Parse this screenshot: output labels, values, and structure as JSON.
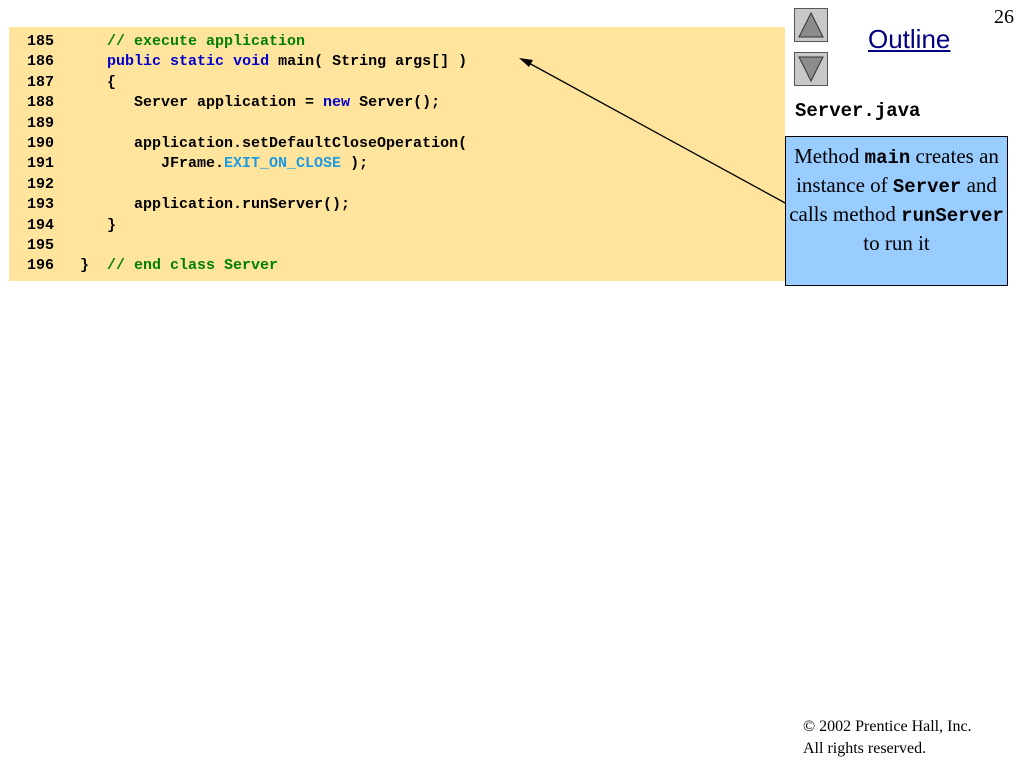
{
  "slide": {
    "number": "26",
    "outline_label": "Outline",
    "file_name": "Server.java"
  },
  "code_lines": [
    {
      "num": "185",
      "indent": "   ",
      "parts": [
        {
          "t": "// execute application",
          "c": "cm"
        }
      ]
    },
    {
      "num": "186",
      "indent": "   ",
      "parts": [
        {
          "t": "public",
          "c": "kw"
        },
        {
          "t": " "
        },
        {
          "t": "static",
          "c": "kw"
        },
        {
          "t": " "
        },
        {
          "t": "void",
          "c": "kw"
        },
        {
          "t": " main( String args[] )"
        }
      ]
    },
    {
      "num": "187",
      "indent": "   ",
      "parts": [
        {
          "t": "{"
        }
      ]
    },
    {
      "num": "188",
      "indent": "      ",
      "parts": [
        {
          "t": "Server application = "
        },
        {
          "t": "new",
          "c": "kw"
        },
        {
          "t": " Server();"
        }
      ]
    },
    {
      "num": "189",
      "indent": "",
      "parts": []
    },
    {
      "num": "190",
      "indent": "      ",
      "parts": [
        {
          "t": "application.setDefaultCloseOperation("
        }
      ]
    },
    {
      "num": "191",
      "indent": "         ",
      "parts": [
        {
          "t": "JFrame."
        },
        {
          "t": "EXIT_ON_CLOSE",
          "c": "cst"
        },
        {
          "t": " );"
        }
      ]
    },
    {
      "num": "192",
      "indent": "",
      "parts": []
    },
    {
      "num": "193",
      "indent": "      ",
      "parts": [
        {
          "t": "application.runServer();"
        }
      ]
    },
    {
      "num": "194",
      "indent": "   ",
      "parts": [
        {
          "t": "}"
        }
      ]
    },
    {
      "num": "195",
      "indent": "",
      "parts": []
    },
    {
      "num": "196",
      "indent": "",
      "parts": [
        {
          "t": "}  "
        },
        {
          "t": "// end class Server",
          "c": "cm"
        }
      ]
    }
  ],
  "callout": {
    "w1": "Method ",
    "m1": "main",
    "w2": " creates an instance of ",
    "m2": "Server",
    "w3": " and calls method ",
    "m3": "runServer",
    "w4": " to run it"
  },
  "footer": {
    "line1": "© 2002 Prentice Hall, Inc.",
    "line2": "All rights reserved."
  },
  "colors": {
    "code_background": "#ffe49d",
    "keyword": "#0000cc",
    "comment": "#008000",
    "constant": "#1e9be0",
    "callout_background": "#99ccff",
    "outline_link": "#000080"
  },
  "icons": {
    "previous": "triangle-up-icon",
    "next": "triangle-down-icon"
  }
}
